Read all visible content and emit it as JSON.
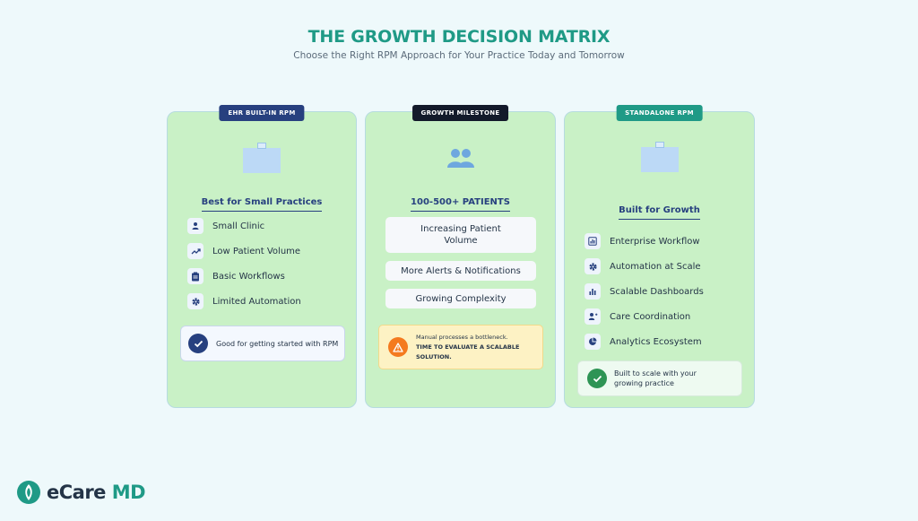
{
  "header": {
    "title": "THE GROWTH DECISION MATRIX",
    "subtitle": "Choose the Right RPM Approach for Your Practice Today and Tomorrow"
  },
  "colors": {
    "accent": "#1f9a86",
    "navy": "#27407f",
    "card_bg": "#c9f1c6",
    "warning": "#f47a1f"
  },
  "columns": [
    {
      "badge": "EHR BUILT-IN RPM",
      "icon": "clipboard-icon",
      "heading": "Best for Small Practices",
      "features": [
        {
          "icon": "user-icon",
          "label": "Small Clinic"
        },
        {
          "icon": "trend-icon",
          "label": "Low Patient Volume"
        },
        {
          "icon": "clipboard-list-icon",
          "label": "Basic Workflows"
        },
        {
          "icon": "gear-icon",
          "label": "Limited Automation"
        }
      ],
      "note": "Good for getting started with RPM"
    },
    {
      "badge": "GROWTH MILESTONE",
      "icon": "users-icon",
      "heading": "100-500+ PATIENTS",
      "pills": [
        "Increasing Patient Volume",
        "More Alerts & Notifications",
        "Growing Complexity"
      ],
      "warning": {
        "line1": "Manual processes a bottleneck.",
        "line2": "TIME TO EVALUATE A SCALABLE SOLUTION."
      }
    },
    {
      "badge": "STANDALONE RPM",
      "icon": "clipboard-icon",
      "heading": "Built for Growth",
      "features": [
        {
          "icon": "dashboard-icon",
          "label": "Enterprise Workflow"
        },
        {
          "icon": "gear-icon",
          "label": "Automation at Scale"
        },
        {
          "icon": "bar-chart-icon",
          "label": "Scalable Dashboards"
        },
        {
          "icon": "user-group-icon",
          "label": "Care Coordination"
        },
        {
          "icon": "pie-chart-icon",
          "label": "Analytics Ecosystem"
        }
      ],
      "note": "Built to scale with your growing practice"
    }
  ],
  "logo": {
    "name_main": "eCare",
    "name_accent": "MD"
  }
}
